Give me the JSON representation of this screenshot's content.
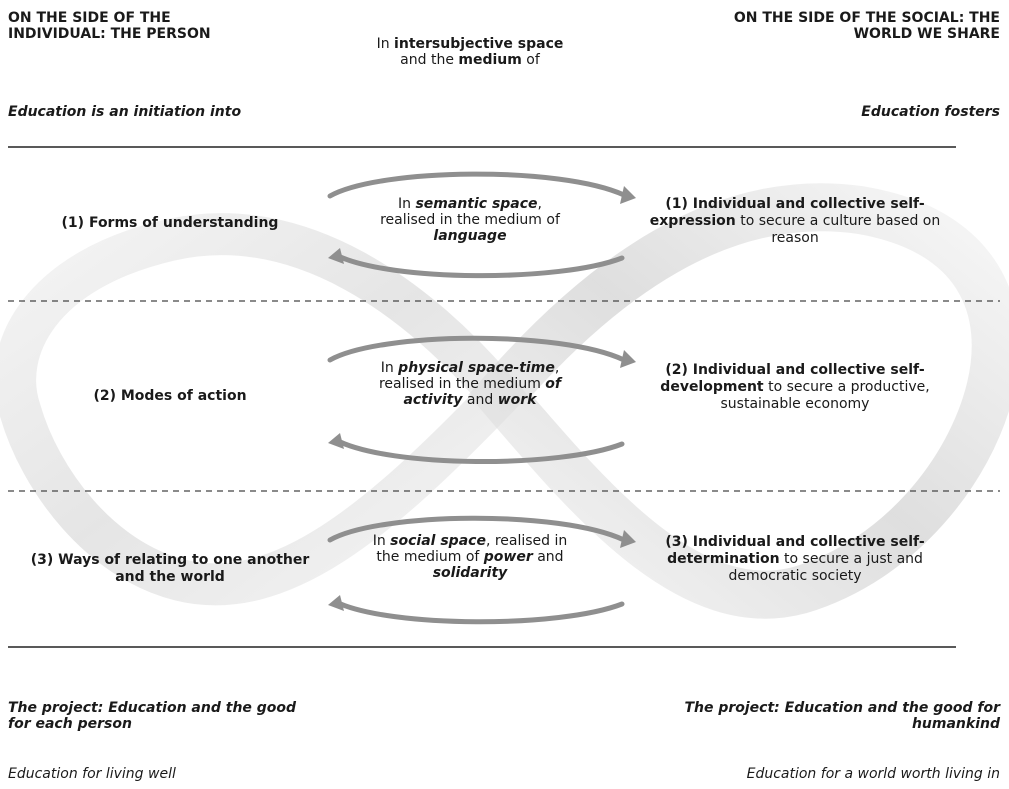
{
  "header": {
    "left_title": "ON THE SIDE OF THE INDIVIDUAL: THE PERSON",
    "left_subtitle": "Education is an initiation into",
    "right_title": "ON THE SIDE OF THE SOCIAL: THE WORLD WE SHARE",
    "right_subtitle": "Education fosters",
    "center": {
      "pre": "In ",
      "bold1": "intersubjective space",
      "mid": " and the ",
      "bold2": "medium",
      "post": " of"
    }
  },
  "rows": [
    {
      "left": "(1) Forms of understanding",
      "center": {
        "pre": "In ",
        "em1": "semantic space",
        "mid": ", realised in the medium of ",
        "em2": "language",
        "post": ""
      },
      "right": {
        "lead": "(1)  Individual and collective self-expression",
        "rest": " to secure a culture based on reason"
      }
    },
    {
      "left": "(2) Modes of action",
      "center": {
        "pre": "In ",
        "em1": "physical space-time",
        "mid": ", realised in the medium ",
        "em2": "of activity",
        "post": " and ",
        "em3": "work"
      },
      "right": {
        "lead": "(2) Individual and collective self-development",
        "rest": " to secure a productive, sustainable  economy"
      }
    },
    {
      "left": "(3) Ways of relating to one another and the world",
      "center": {
        "pre": "In ",
        "em1": "social space",
        "mid": ", realised in the medium of ",
        "em2": "power",
        "post": " and ",
        "em3": "solidarity"
      },
      "right": {
        "lead": "(3) Individual and collective self-determination",
        "rest": " to secure a just and democratic society"
      }
    }
  ],
  "footer": {
    "left_project": "The project: Education and the good for each person",
    "left_tagline": "Education for living well",
    "right_project": "The project: Education and the good for humankind",
    "right_tagline": "Education for a world worth living in"
  },
  "colors": {
    "rule": "#222222",
    "ribbon": "#c8c8c8",
    "ribbon_light": "#ededed",
    "arrow": "#8a8a8a"
  }
}
